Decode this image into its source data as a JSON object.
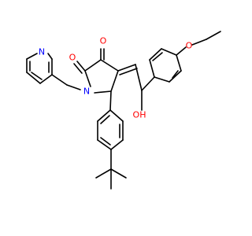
{
  "colors": {
    "bond": "#000000",
    "N": "#0000ff",
    "O": "#ff0000",
    "background": "#ffffff"
  },
  "atoms": {
    "pyridine_n": "N",
    "ring_n": "N",
    "lactam_o": "O",
    "ketone_o": "O",
    "ether_o": "O",
    "hydroxyl": "OH"
  }
}
